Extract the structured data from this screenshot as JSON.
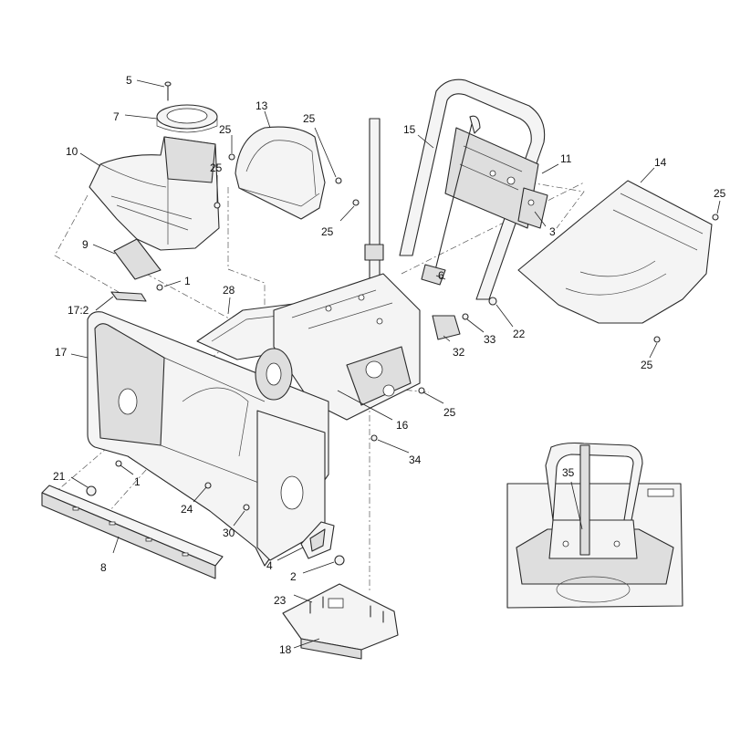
{
  "callouts": [
    {
      "id": "c5",
      "text": "5"
    },
    {
      "id": "c7",
      "text": "7"
    },
    {
      "id": "c10",
      "text": "10"
    },
    {
      "id": "c25a",
      "text": "25"
    },
    {
      "id": "c25b",
      "text": "25"
    },
    {
      "id": "c13",
      "text": "13"
    },
    {
      "id": "c25c",
      "text": "25"
    },
    {
      "id": "c25d",
      "text": "25"
    },
    {
      "id": "c15",
      "text": "15"
    },
    {
      "id": "c11",
      "text": "11"
    },
    {
      "id": "c14",
      "text": "14"
    },
    {
      "id": "c25e",
      "text": "25"
    },
    {
      "id": "c3",
      "text": "3"
    },
    {
      "id": "c9",
      "text": "9"
    },
    {
      "id": "c1a",
      "text": "1"
    },
    {
      "id": "c6",
      "text": "6"
    },
    {
      "id": "c17_2",
      "text": "17:2"
    },
    {
      "id": "c28",
      "text": "28"
    },
    {
      "id": "c22",
      "text": "22"
    },
    {
      "id": "c33",
      "text": "33"
    },
    {
      "id": "c32",
      "text": "32"
    },
    {
      "id": "c17",
      "text": "17"
    },
    {
      "id": "c25f",
      "text": "25"
    },
    {
      "id": "c25g",
      "text": "25"
    },
    {
      "id": "c16",
      "text": "16"
    },
    {
      "id": "c34",
      "text": "34"
    },
    {
      "id": "c1b",
      "text": "1"
    },
    {
      "id": "c21",
      "text": "21"
    },
    {
      "id": "c35",
      "text": "35"
    },
    {
      "id": "c24",
      "text": "24"
    },
    {
      "id": "c30",
      "text": "30"
    },
    {
      "id": "c8",
      "text": "8"
    },
    {
      "id": "c4",
      "text": "4"
    },
    {
      "id": "c2",
      "text": "2"
    },
    {
      "id": "c23",
      "text": "23"
    },
    {
      "id": "c18",
      "text": "18"
    }
  ]
}
